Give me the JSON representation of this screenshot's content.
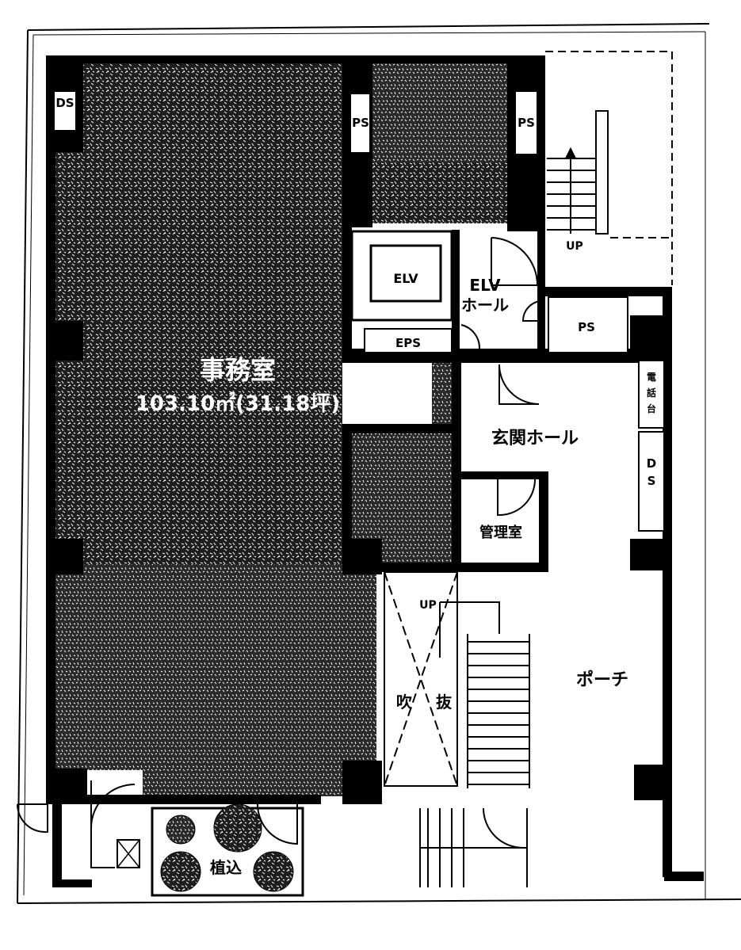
{
  "plan": {
    "office_name": "事務室",
    "office_area": "103.10㎡(31.18坪)",
    "ds": "DS",
    "ps": "PS",
    "elv": "ELV",
    "elv_hall": "ELV\nホール",
    "eps": "EPS",
    "entrance_hall": "玄関ホール",
    "denwa": "電話台",
    "kanri": "管理室",
    "porch": "ポーチ",
    "fukinuke_a": "吹",
    "fukinuke_b": "抜",
    "up": "UP",
    "planting": "植込"
  },
  "colors": {
    "wall": "#000000",
    "floor": "#ffffff",
    "hatch": "#1a1a1a"
  }
}
